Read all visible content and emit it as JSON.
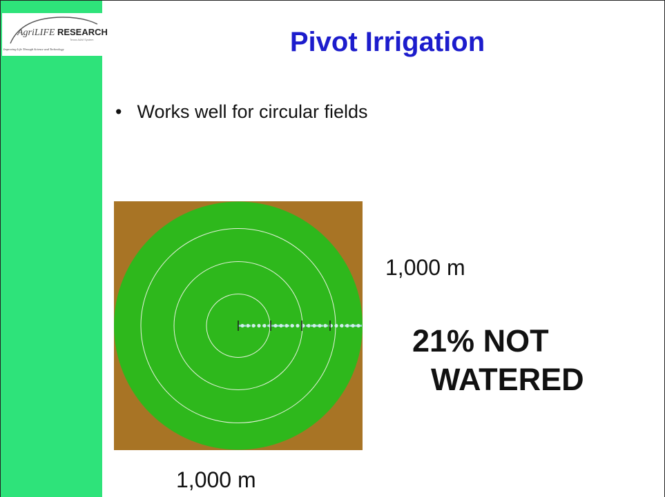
{
  "logo": {
    "brand_italic": "AgriLIFE",
    "brand_bold": "RESEARCH",
    "system": "Texas A&M System",
    "tagline": "Improving Life Through Science and Technology"
  },
  "slide": {
    "title": "Pivot Irrigation",
    "bullet_marker": "•",
    "bullet_text": "Works well for circular fields",
    "side_label": "1,000 m",
    "bottom_label": "1,000 m",
    "stat_line1": "21% NOT",
    "stat_line2": "WATERED"
  },
  "colors": {
    "band": "#2ee37a",
    "title": "#1c1ccc",
    "soil": "#a87425",
    "crop": "#2eb81c"
  }
}
